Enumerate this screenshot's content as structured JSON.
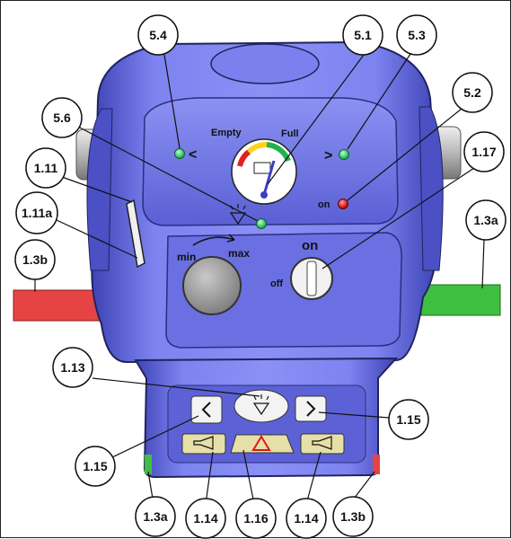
{
  "panel_labels": {
    "empty": "Empty",
    "full": "Full",
    "min": "min",
    "max": "max",
    "on_switch": "on",
    "off_switch": "off",
    "on_lamp": "on",
    "left_arrow": "<",
    "right_arrow": ">"
  },
  "callouts": {
    "c_5_4": "5.4",
    "c_5_1": "5.1",
    "c_5_3": "5.3",
    "c_5_2": "5.2",
    "c_5_6": "5.6",
    "c_1_11": "1.11",
    "c_1_17": "1.17",
    "c_1_11a": "1.11a",
    "c_1_3a_right": "1.3a",
    "c_1_3b_left": "1.3b",
    "c_1_13": "1.13",
    "c_1_15_right": "1.15",
    "c_1_15_left": "1.15",
    "c_1_3a_bottom": "1.3a",
    "c_1_14_left": "1.14",
    "c_1_16": "1.16",
    "c_1_14_right": "1.14",
    "c_1_3b_bottom": "1.3b"
  },
  "colors": {
    "housing": "#6c72e6",
    "housing_dark": "#3a3fa8",
    "lamp_green": "#26d26a",
    "lamp_red": "#e01818",
    "grip_green": "#3fbf3f",
    "grip_red": "#e64444",
    "button_face": "#e6dfa8"
  }
}
